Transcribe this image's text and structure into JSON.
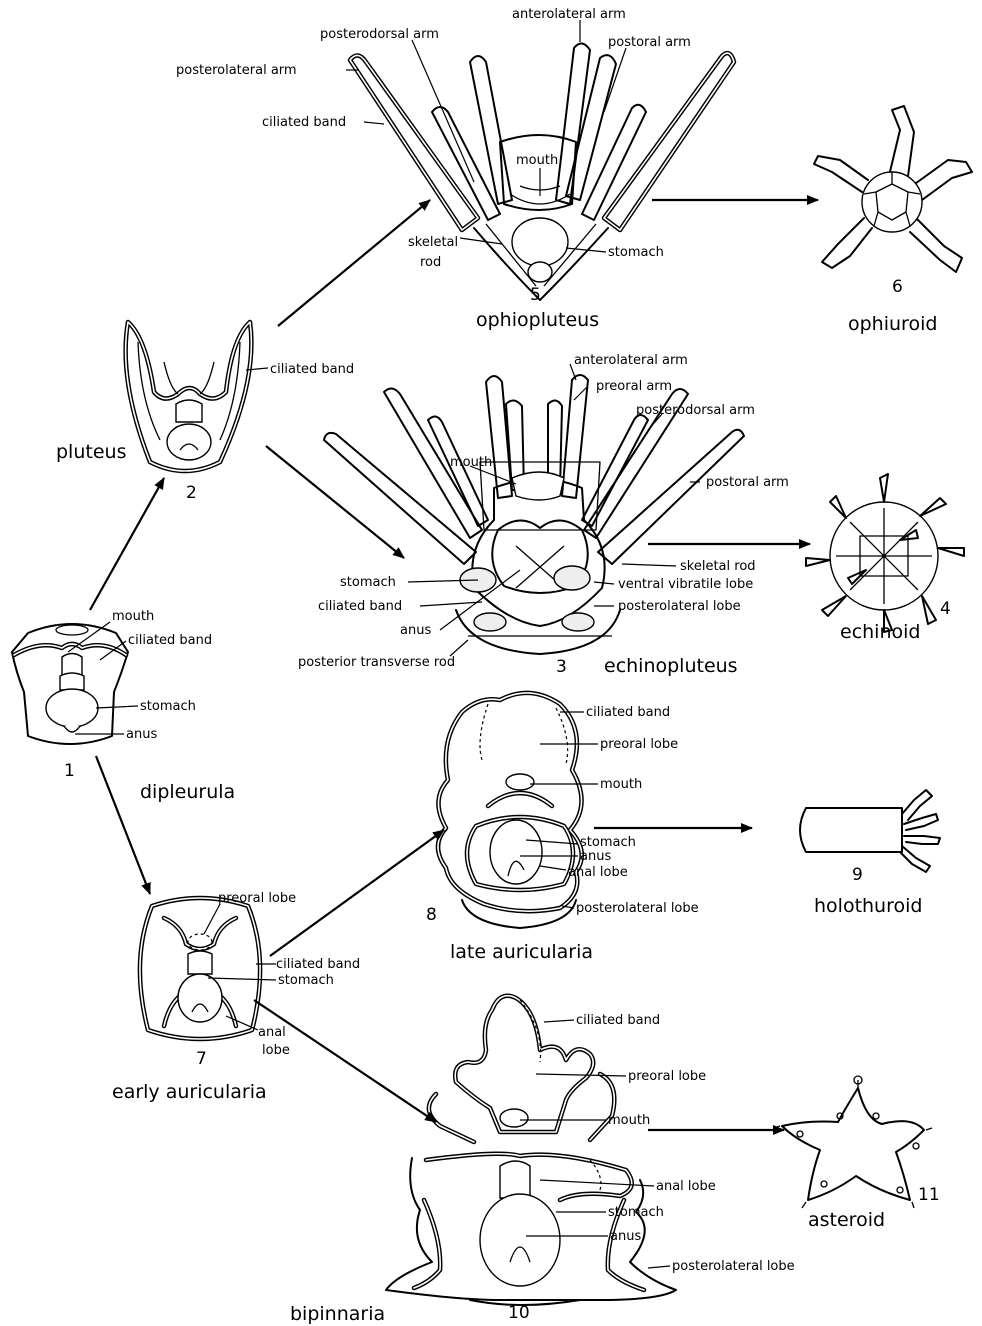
{
  "labels": {
    "s1_mouth": "mouth",
    "s1_band": "ciliated band",
    "s1_stomach": "stomach",
    "s1_anus": "anus",
    "s1_name": "dipleurula",
    "s1_num": "1",
    "s2_band": "ciliated band",
    "s2_name": "pluteus",
    "s2_num": "2",
    "s5_anterolateral": "anterolateral arm",
    "s5_posterodorsal": "posterodorsal arm",
    "s5_postoral": "postoral arm",
    "s5_posterolateral": "posterolateral arm",
    "s5_band": "ciliated band",
    "s5_mouth": "mouth",
    "s5_skeletal_1": "skeletal",
    "s5_skeletal_2": "rod",
    "s5_stomach": "stomach",
    "s5_num": "5",
    "s5_name": "ophiopluteus",
    "s6_num": "6",
    "s6_name": "ophiuroid",
    "s3_anterolateral": "anterolateral arm",
    "s3_preoral": "preoral arm",
    "s3_posterodorsal": "posterodorsal arm",
    "s3_mouth": "mouth",
    "s3_postoral": "postoral arm",
    "s3_skeletal": "skeletal rod",
    "s3_stomach": "stomach",
    "s3_vibratile": "ventral vibratile lobe",
    "s3_band": "ciliated band",
    "s3_posterolateral": "posterolateral lobe",
    "s3_anus": "anus",
    "s3_transverse": "posterior transverse rod",
    "s3_num": "3",
    "s3_name": "echinopluteus",
    "s4_num": "4",
    "s4_name": "echinoid",
    "s8_band": "ciliated band",
    "s8_preoral": "preoral lobe",
    "s8_mouth": "mouth",
    "s8_stomach": "stomach",
    "s8_anus": "anus",
    "s8_anal": "anal lobe",
    "s8_posterolateral": "posterolateral lobe",
    "s8_num": "8",
    "s8_name": "late auricularia",
    "s9_num": "9",
    "s9_name": "holothuroid",
    "s7_preoral": "preoral lobe",
    "s7_band": "ciliated band",
    "s7_stomach": "stomach",
    "s7_anal_1": "anal",
    "s7_anal_2": "lobe",
    "s7_num": "7",
    "s7_name": "early auricularia",
    "s10_band": "ciliated band",
    "s10_preoral": "preoral lobe",
    "s10_mouth": "mouth",
    "s10_anal": "anal lobe",
    "s10_stomach": "stomach",
    "s10_anus": "anus",
    "s10_posterolateral": "posterolateral lobe",
    "s10_num": "10",
    "s10_name": "bipinnaria",
    "s11_num": "11",
    "s11_name": "asteroid"
  }
}
